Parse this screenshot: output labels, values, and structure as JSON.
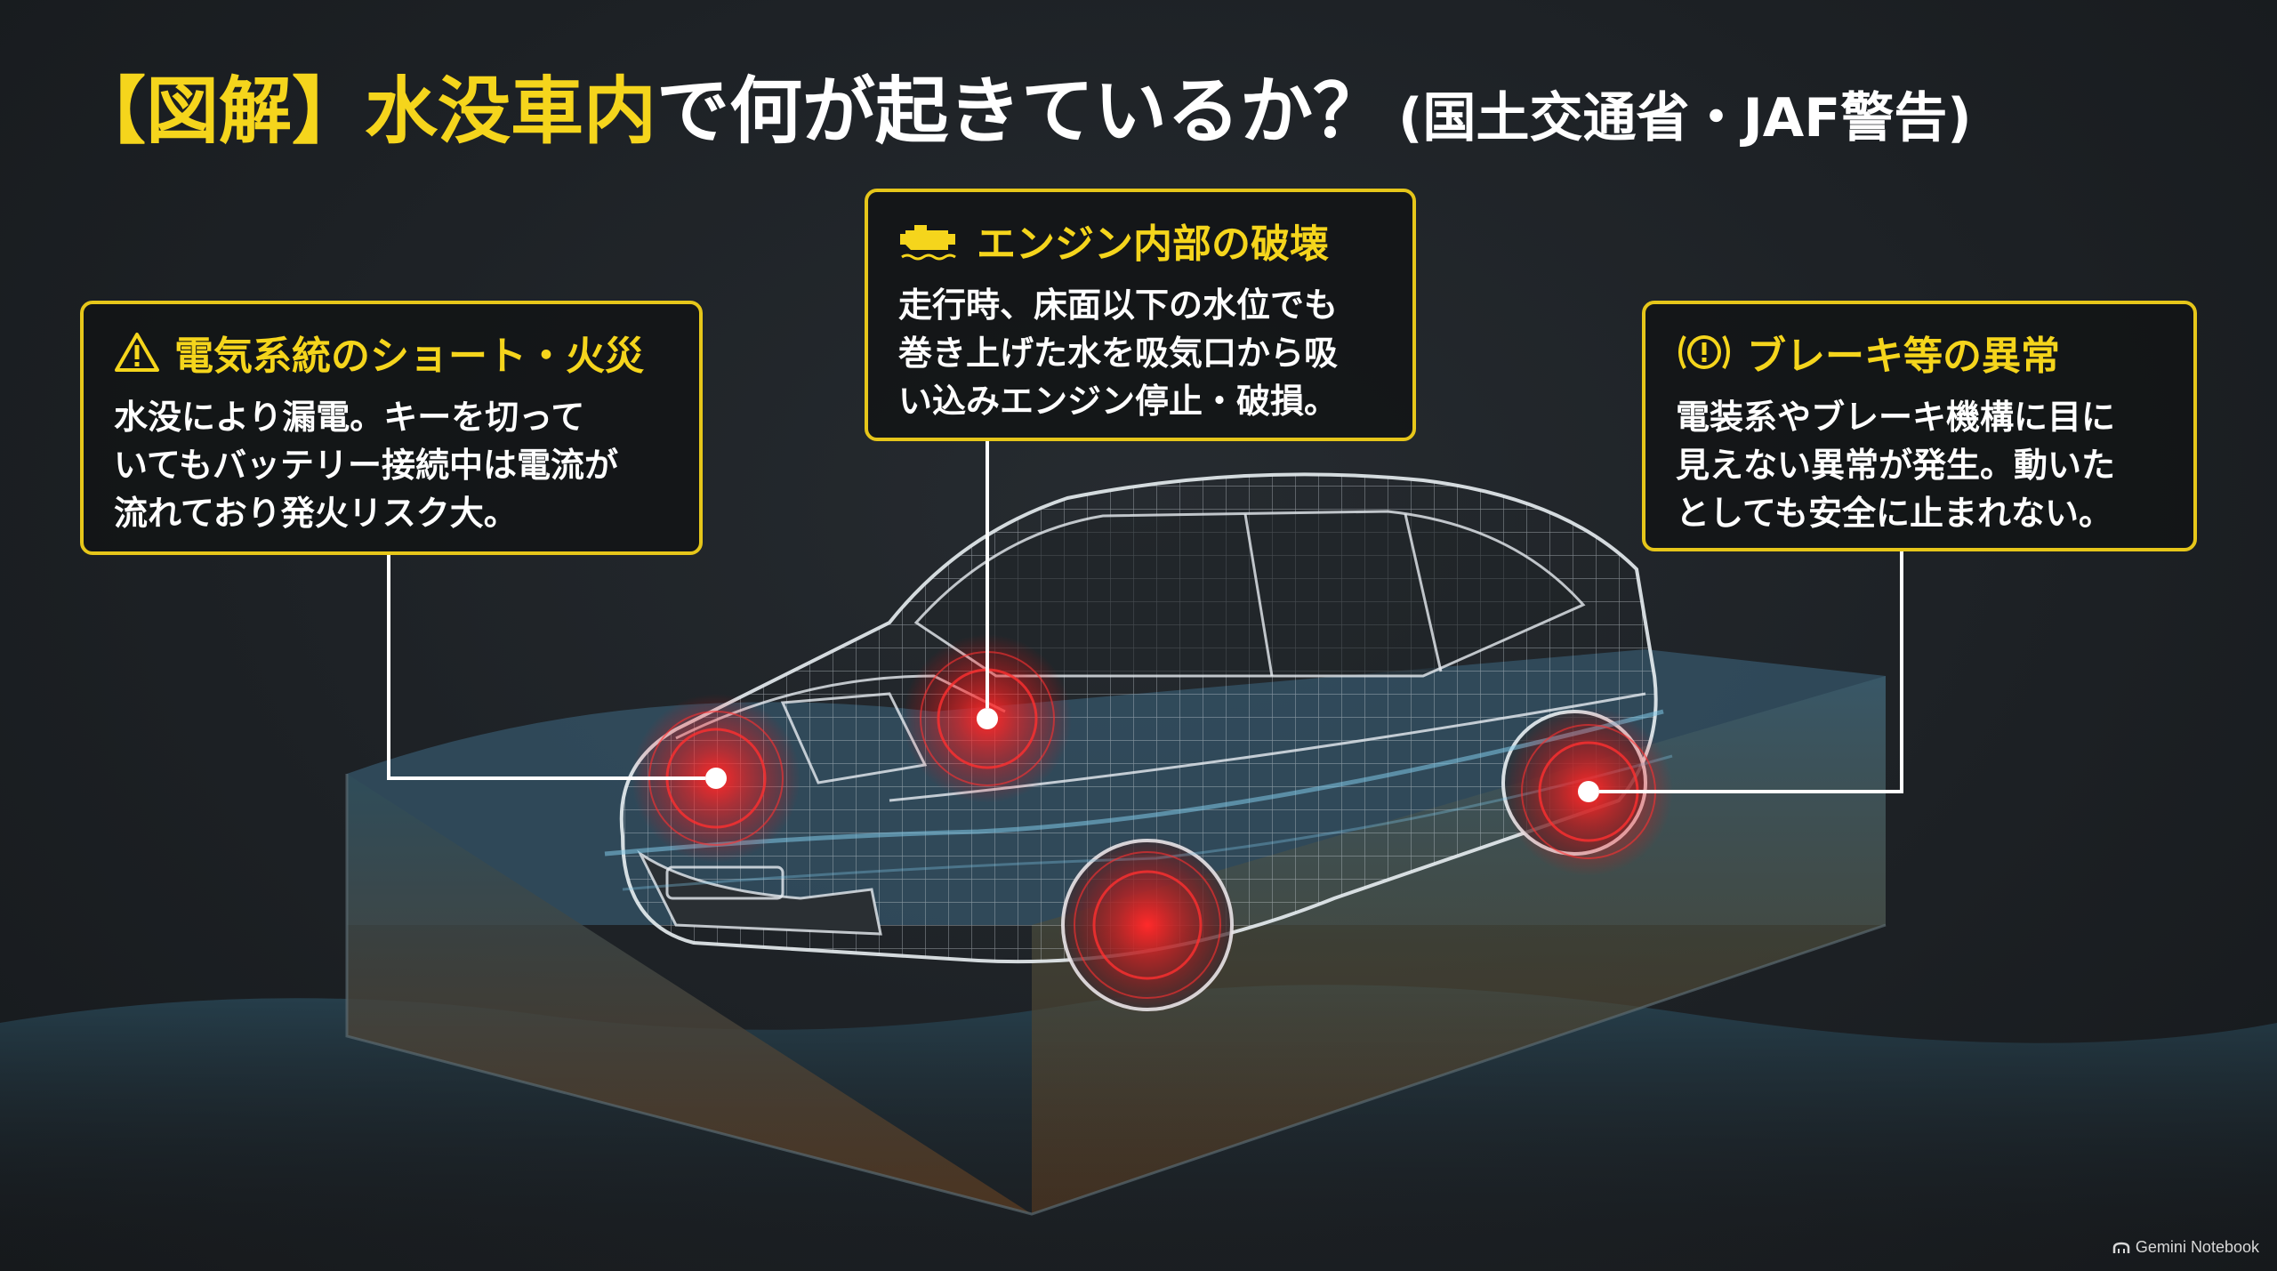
{
  "title": {
    "part1": "【図解】水没車内",
    "part2": "で何が起きているか？",
    "part3": "(国土交通省・JAF警告)"
  },
  "callouts": {
    "left": {
      "icon": "warning-triangle-icon",
      "heading": "電気系統のショート・火災",
      "lines": [
        "水没により漏電。キーを切って",
        "いてもバッテリー接続中は電流が",
        "流れており発火リスク大。"
      ]
    },
    "center": {
      "icon": "engine-icon",
      "heading": "エンジン内部の破壊",
      "lines": [
        "走行時、床面以下の水位でも",
        "巻き上げた水を吸気口から吸",
        "い込みエンジン停止・破損。"
      ]
    },
    "right": {
      "icon": "brake-warning-icon",
      "heading": "ブレーキ等の異常",
      "lines": [
        "電装系やブレーキ機構に目に",
        "見えない異常が発生。動いた",
        "としても安全に止まれない。"
      ]
    }
  },
  "colors": {
    "accent": "#f5d51c",
    "hotspot": "#ff2a2a",
    "background": "#1d2125"
  },
  "watermark": "Gemini Notebook"
}
